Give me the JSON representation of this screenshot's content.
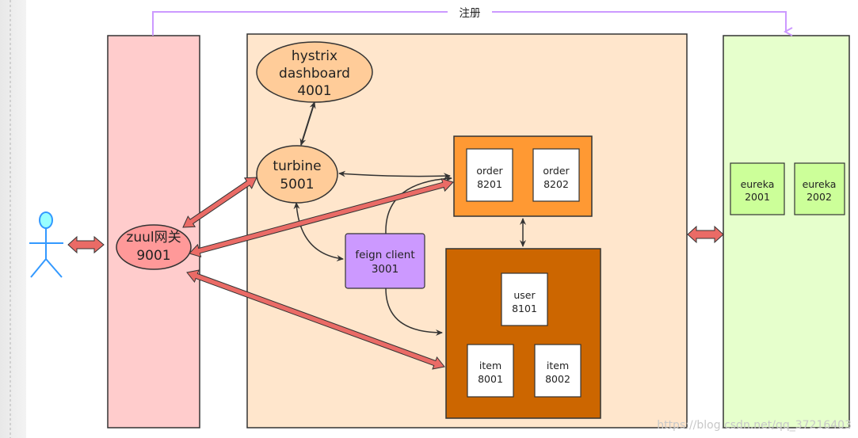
{
  "register_label": "注册",
  "zuul": {
    "line1": "zuul网关",
    "line2": "9001"
  },
  "hystrix": {
    "line1": "hystrix",
    "line2": "dashboard",
    "line3": "4001"
  },
  "turbine": {
    "line1": "turbine",
    "line2": "5001"
  },
  "feign": {
    "line1": "feign client",
    "line2": "3001"
  },
  "order1": {
    "line1": "order",
    "line2": "8201"
  },
  "order2": {
    "line1": "order",
    "line2": "8202"
  },
  "user": {
    "line1": "user",
    "line2": "8101"
  },
  "item1": {
    "line1": "item",
    "line2": "8001"
  },
  "item2": {
    "line1": "item",
    "line2": "8002"
  },
  "eureka1": {
    "line1": "eureka",
    "line2": "2001"
  },
  "eureka2": {
    "line1": "eureka",
    "line2": "2002"
  },
  "watermark": "https://blog.csdn.net/qq_37216403",
  "colors": {
    "gateway_fill": "#ffcccc",
    "services_fill": "#ffe6cc",
    "registry_fill": "#e6ffcc",
    "order_group": "#ff9933",
    "user_group": "#cc6600",
    "ellipse_fill": "#ffcc99",
    "zuul_fill": "#ff9999",
    "feign_fill": "#cc99ff",
    "eureka_fill": "#ccff99",
    "thick_arrow": "#ea6b66",
    "register_line": "#cc99ff"
  }
}
